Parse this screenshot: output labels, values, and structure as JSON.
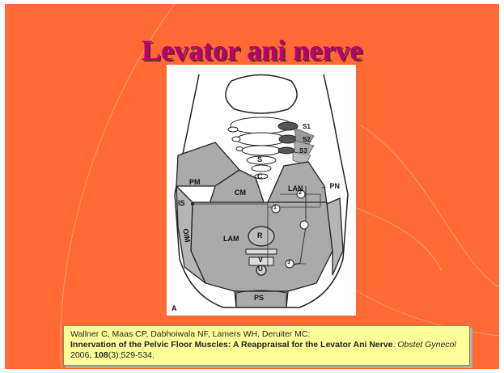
{
  "slide": {
    "title": "Levator ani nerve"
  },
  "figure": {
    "labels": {
      "PM": "PM",
      "CM": "CM",
      "LAM": "LAM",
      "OIM": "OIM",
      "IS": "IS",
      "LAN": "LAN",
      "PN": "← PN",
      "R": "R",
      "V": "V",
      "U": "U",
      "PS": "PS",
      "S": "S",
      "C": "C",
      "S1": "S1",
      "S2": "S2",
      "S3": "S3",
      "n1": "1",
      "n2": "2",
      "n3": "3",
      "panel": "A"
    }
  },
  "citation": {
    "authors": "Wallner C, Maas CP, Dabhoiwala NF, Lamers WH, Deruiter MC:",
    "title": "Innervation of the Pelvic Floor Muscles: A Reappraisal for the Levator Ani Nerve",
    "journal": "Obstet Gynecol",
    "year": " 2006, ",
    "volume": "108",
    "pages": "(3):529-534."
  },
  "colors": {
    "background": "#ff6a35",
    "title": "#b4007a",
    "citation_bg": "#ffff99"
  }
}
